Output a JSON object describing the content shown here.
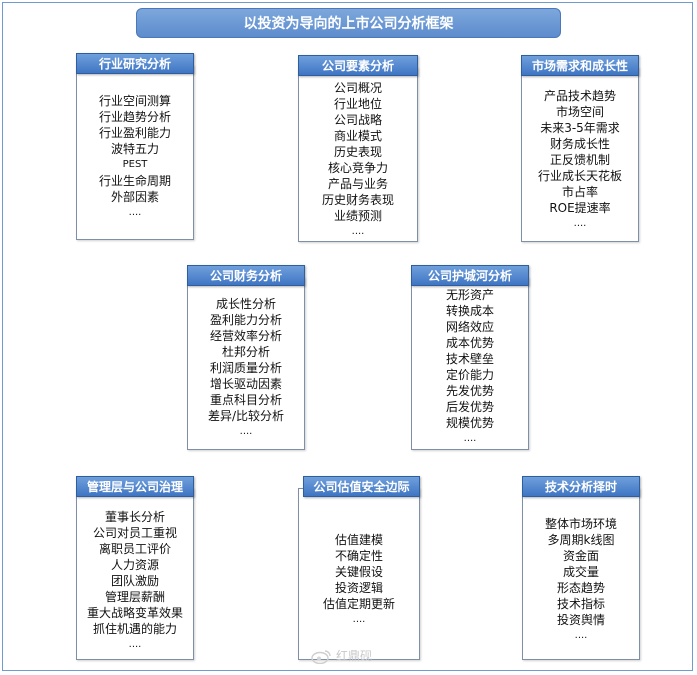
{
  "title": "以投资为导向的上市公司分析框架",
  "sections": [
    {
      "heading": "行业研究分析",
      "items": [
        "行业空间测算",
        "行业趋势分析",
        "行业盈利能力",
        "波特五力",
        "PEST",
        "行业生命周期",
        "外部因素",
        "...."
      ]
    },
    {
      "heading": "公司要素分析",
      "items": [
        "公司概况",
        "行业地位",
        "公司战略",
        "商业模式",
        "历史表现",
        "核心竞争力",
        "产品与业务",
        "历史财务表现",
        "业绩预测",
        "...."
      ]
    },
    {
      "heading": "市场需求和成长性",
      "items": [
        "产品技术趋势",
        "市场空间",
        "未来3-5年需求",
        "财务成长性",
        "正反馈机制",
        "行业成长天花板",
        "市占率",
        "ROE提速率",
        "...."
      ]
    },
    {
      "heading": "公司财务分析",
      "items": [
        "成长性分析",
        "盈利能力分析",
        "经营效率分析",
        "杜邦分析",
        "利润质量分析",
        "增长驱动因素",
        "重点科目分析",
        "差异/比较分析",
        "...."
      ]
    },
    {
      "heading": "公司护城河分析",
      "items": [
        "无形资产",
        "转换成本",
        "网络效应",
        "成本优势",
        "技术壁垒",
        "定价能力",
        "先发优势",
        "后发优势",
        "规模优势",
        "...."
      ]
    },
    {
      "heading": "管理层与公司治理",
      "items": [
        "董事长分析",
        "公司对员工重视",
        "离职员工评价",
        "人力资源",
        "团队激励",
        "管理层薪酬",
        "重大战略变革效果",
        "抓住机遇的能力",
        "...."
      ]
    },
    {
      "heading": "公司估值安全边际",
      "items": [
        "估值建模",
        "不确定性",
        "关键假设",
        "投资逻辑",
        "估值定期更新",
        "...."
      ]
    },
    {
      "heading": "技术分析择时",
      "items": [
        "整体市场环境",
        "多周期k线图",
        "资金面",
        "成交量",
        "形态趋势",
        "技术指标",
        "投资舆情",
        "...."
      ]
    }
  ],
  "watermark": {
    "text": "红鼎砚",
    "icon": "weibo-icon"
  }
}
